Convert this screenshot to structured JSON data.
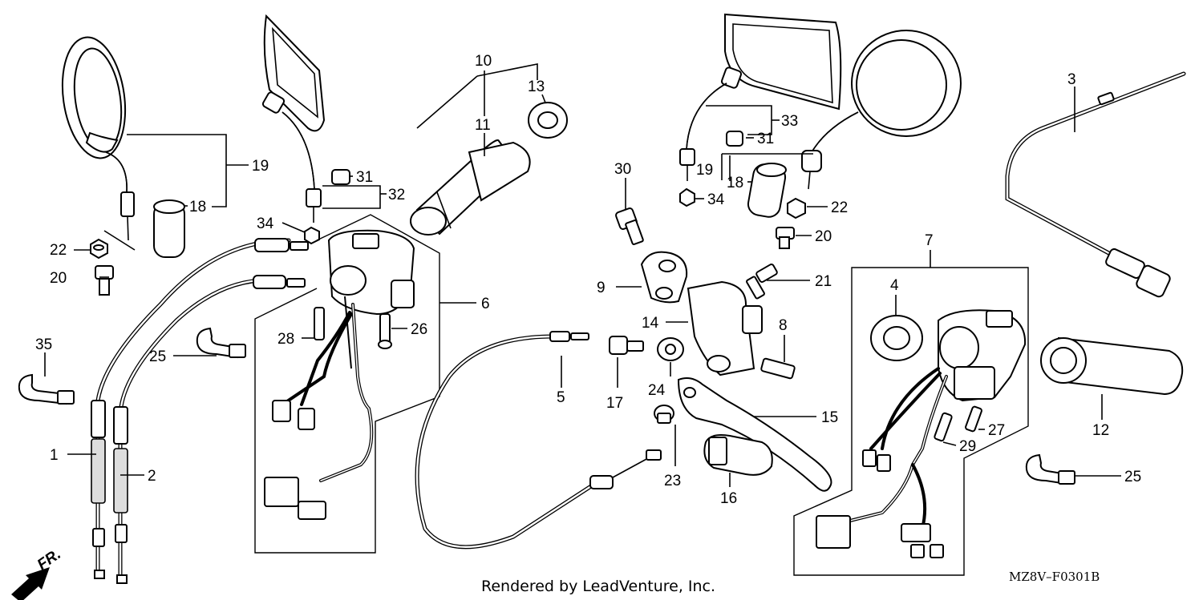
{
  "diagram": {
    "callouts": [
      {
        "id": "c1",
        "text": "1"
      },
      {
        "id": "c2",
        "text": "2"
      },
      {
        "id": "c3",
        "text": "3"
      },
      {
        "id": "c4",
        "text": "4"
      },
      {
        "id": "c5",
        "text": "5"
      },
      {
        "id": "c6",
        "text": "6"
      },
      {
        "id": "c7",
        "text": "7"
      },
      {
        "id": "c8",
        "text": "8"
      },
      {
        "id": "c9",
        "text": "9"
      },
      {
        "id": "c10",
        "text": "10"
      },
      {
        "id": "c11",
        "text": "11"
      },
      {
        "id": "c12",
        "text": "12"
      },
      {
        "id": "c13",
        "text": "13"
      },
      {
        "id": "c14",
        "text": "14"
      },
      {
        "id": "c15",
        "text": "15"
      },
      {
        "id": "c16",
        "text": "16"
      },
      {
        "id": "c17",
        "text": "17"
      },
      {
        "id": "c18a",
        "text": "18"
      },
      {
        "id": "c18b",
        "text": "18"
      },
      {
        "id": "c19a",
        "text": "19"
      },
      {
        "id": "c19b",
        "text": "19"
      },
      {
        "id": "c20a",
        "text": "20"
      },
      {
        "id": "c20b",
        "text": "20"
      },
      {
        "id": "c21",
        "text": "21"
      },
      {
        "id": "c22a",
        "text": "22"
      },
      {
        "id": "c22b",
        "text": "22"
      },
      {
        "id": "c23",
        "text": "23"
      },
      {
        "id": "c24",
        "text": "24"
      },
      {
        "id": "c25a",
        "text": "25"
      },
      {
        "id": "c25b",
        "text": "25"
      },
      {
        "id": "c26",
        "text": "26"
      },
      {
        "id": "c27",
        "text": "27"
      },
      {
        "id": "c28",
        "text": "28"
      },
      {
        "id": "c29",
        "text": "29"
      },
      {
        "id": "c30",
        "text": "30"
      },
      {
        "id": "c31a",
        "text": "31"
      },
      {
        "id": "c31b",
        "text": "31"
      },
      {
        "id": "c32",
        "text": "32"
      },
      {
        "id": "c33",
        "text": "33"
      },
      {
        "id": "c34a",
        "text": "34"
      },
      {
        "id": "c34b",
        "text": "34"
      },
      {
        "id": "c35",
        "text": "35"
      }
    ],
    "front_arrow": "FR.",
    "footer": "Rendered by LeadVenture, Inc.",
    "diagram_code": "MZ8V–F0301B"
  }
}
